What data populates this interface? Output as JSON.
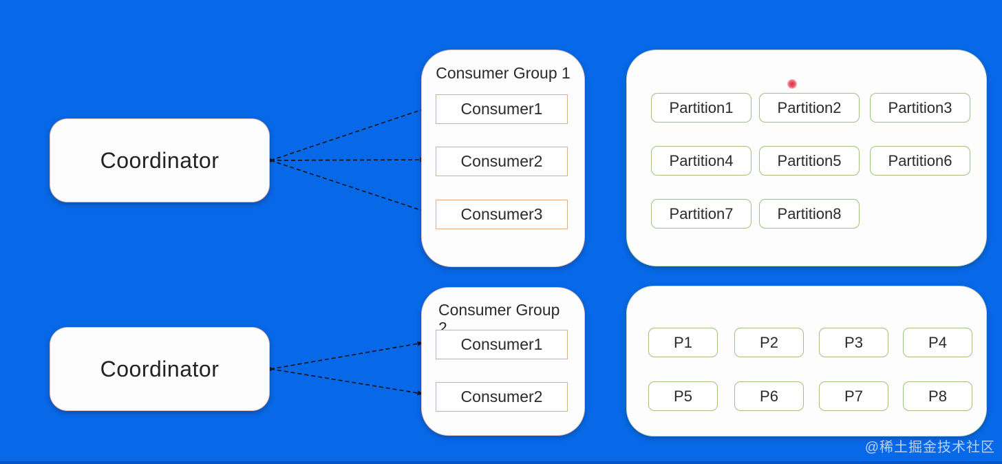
{
  "colors": {
    "background": "#0769e8",
    "panel_fill": "#fdfdfe",
    "consumer_border": "#d9ad85",
    "partition_border": "#9fc181",
    "arrow": "#15151f",
    "laser_dot": "#d8303f"
  },
  "coordinators": [
    {
      "label": "Coordinator"
    },
    {
      "label": "Coordinator"
    }
  ],
  "consumer_groups": [
    {
      "title": "Consumer Group 1",
      "consumers": [
        "Consumer1",
        "Consumer2",
        "Consumer3"
      ]
    },
    {
      "title": "Consumer Group 2",
      "consumers": [
        "Consumer1",
        "Consumer2"
      ]
    }
  ],
  "partition_panels": [
    {
      "items": [
        "Partition1",
        "Partition2",
        "Partition3",
        "Partition4",
        "Partition5",
        "Partition6",
        "Partition7",
        "Partition8"
      ]
    },
    {
      "items": [
        "P1",
        "P2",
        "P3",
        "P4",
        "P5",
        "P6",
        "P7",
        "P8"
      ]
    }
  ],
  "watermark": "@稀土掘金技术社区"
}
